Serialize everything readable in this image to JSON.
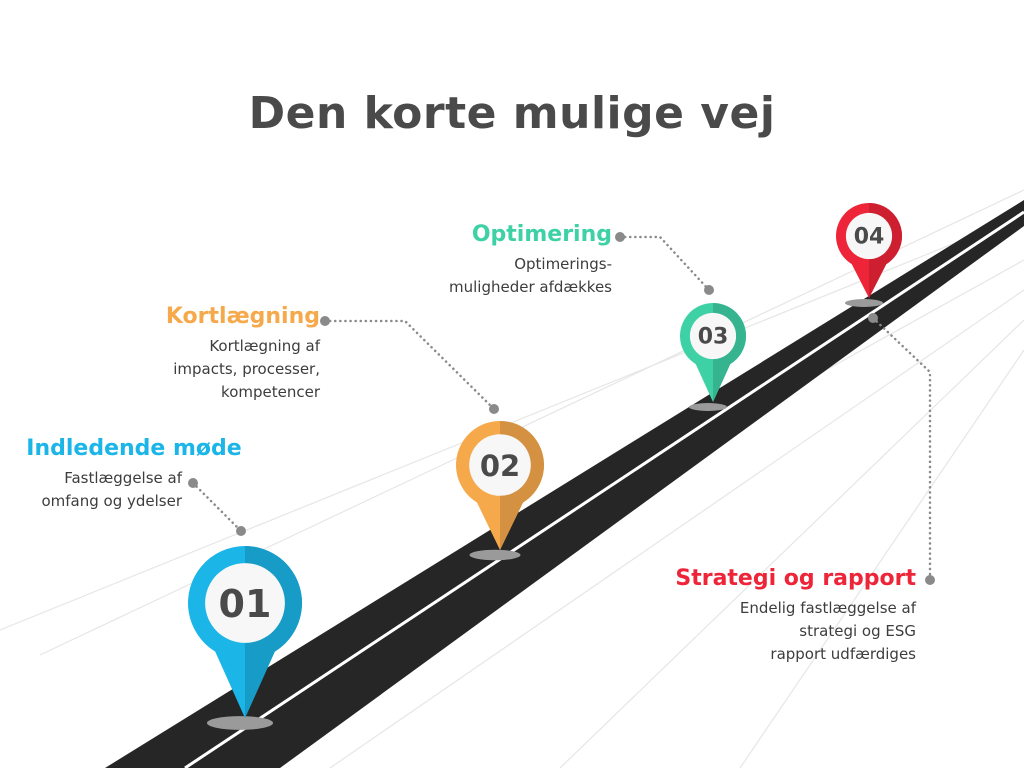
{
  "title": "Den korte mulige vej",
  "colors": {
    "step1": "#1bb5e8",
    "step2": "#f5a94b",
    "step3": "#3fd1a6",
    "step4": "#ee2438",
    "road": "#262626",
    "connector": "#8a8a8a"
  },
  "steps": [
    {
      "number": "01",
      "heading": "Indledende møde",
      "desc": [
        "Fastlæggelse af",
        "omfang og ydelser"
      ]
    },
    {
      "number": "02",
      "heading": "Kortlægning",
      "desc": [
        "Kortlægning af",
        "impacts, processer,",
        "kompetencer"
      ]
    },
    {
      "number": "03",
      "heading": "Optimering",
      "desc": [
        "Optimerings-",
        "muligheder afdækkes"
      ]
    },
    {
      "number": "04",
      "heading": "Strategi og rapport",
      "desc": [
        "Endelig fastlæggelse af",
        "strategi og ESG",
        "rapport udfærdiges"
      ]
    }
  ]
}
